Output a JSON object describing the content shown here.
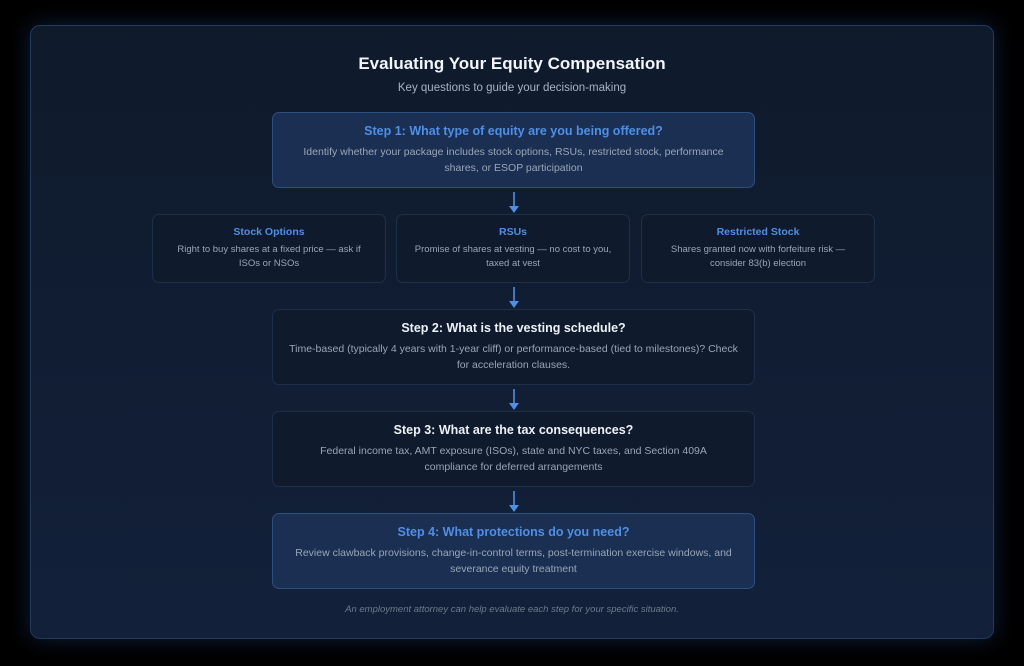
{
  "header": {
    "title": "Evaluating Your Equity Compensation",
    "subtitle": "Key questions to guide your decision-making"
  },
  "steps": [
    {
      "title": "Step 1: What type of equity are you being offered?",
      "description": "Identify whether your package includes stock options, RSUs, restricted stock, performance shares, or ESOP participation",
      "style": "highlight"
    },
    {
      "title": "Step 2: What is the vesting schedule?",
      "description": "Time-based (typically 4 years with 1-year cliff) or performance-based (tied to milestones)? Check for acceleration clauses.",
      "style": "plain"
    },
    {
      "title": "Step 3: What are the tax consequences?",
      "description": "Federal income tax, AMT exposure (ISOs), state and NYC taxes, and Section 409A compliance for deferred arrangements",
      "style": "plain"
    },
    {
      "title": "Step 4: What protections do you need?",
      "description": "Review clawback provisions, change-in-control terms, post-termination exercise windows, and severance equity treatment",
      "style": "highlight"
    }
  ],
  "equity_types": [
    {
      "title": "Stock Options",
      "description": "Right to buy shares at a fixed price — ask if ISOs or NSOs"
    },
    {
      "title": "RSUs",
      "description": "Promise of shares at vesting — no cost to you, taxed at vest"
    },
    {
      "title": "Restricted Stock",
      "description": "Shares granted now with forfeiture risk — consider 83(b) election"
    }
  ],
  "footer": {
    "note": "An employment attorney can help evaluate each step for your specific situation."
  },
  "colors": {
    "accent": "#4f8fe6",
    "background": "#0f1a2b",
    "highlight_box": "#1a2f52",
    "plain_box": "#0f1a2c"
  }
}
